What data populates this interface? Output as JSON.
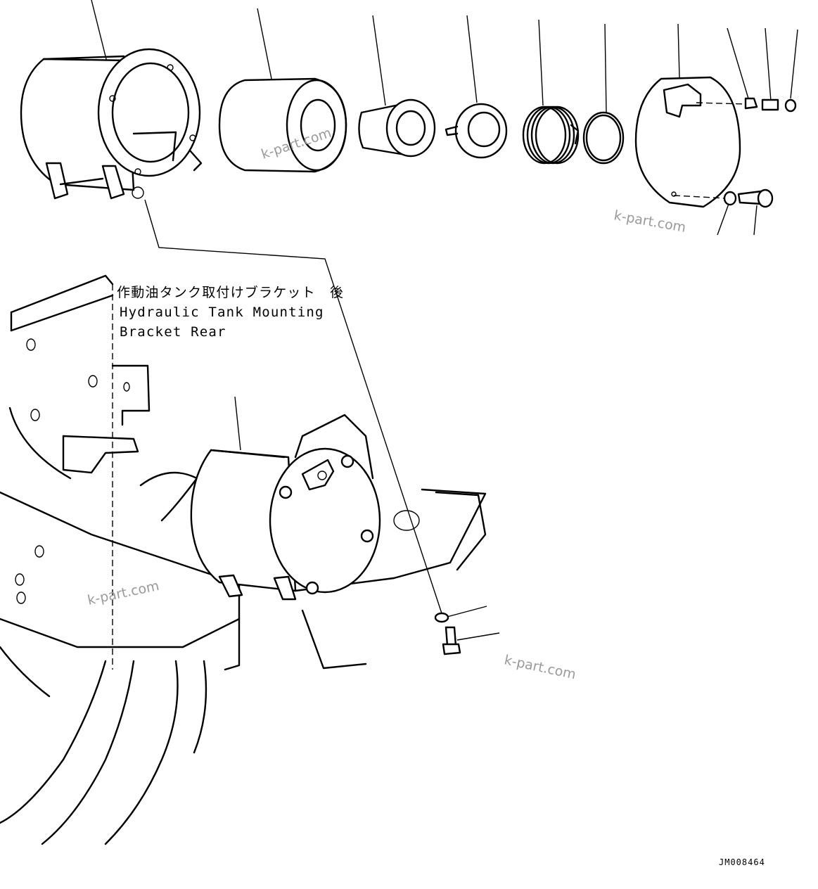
{
  "callout": {
    "japanese": "作動油タンク取付けブラケット　後",
    "english_line1": "Hydraulic Tank Mounting",
    "english_line2": "Bracket Rear"
  },
  "watermark": "k-part.com",
  "drawing_code": "JM008464"
}
